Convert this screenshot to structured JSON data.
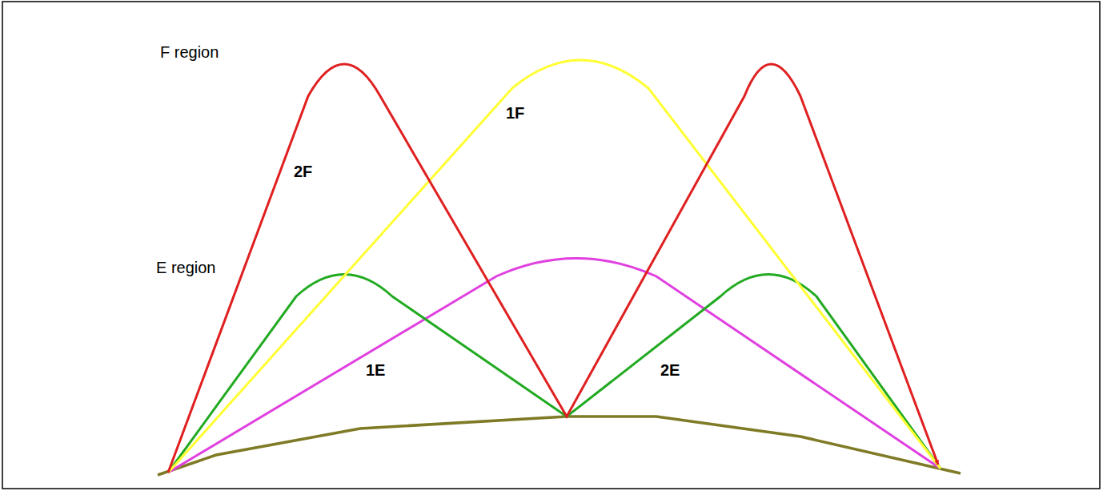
{
  "diagram": {
    "nodes": [
      {
        "text": [
          "F region"
        ]
      },
      {
        "text": [
          "E region"
        ]
      }
    ],
    "labels": [
      "2F",
      "1F",
      "1E",
      "2E"
    ]
  }
}
